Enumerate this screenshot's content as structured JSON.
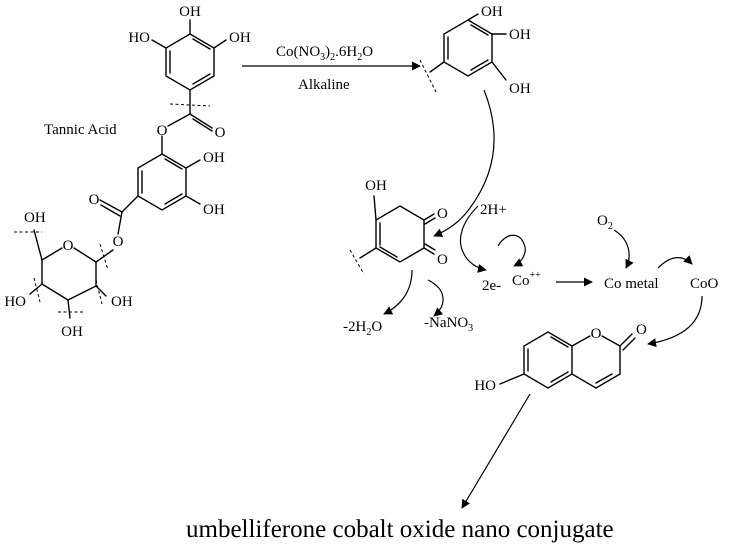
{
  "molecules": {
    "tannic_acid": {
      "name": "Tannic Acid",
      "groups": {
        "galloyl_top_oh_top": "OH",
        "galloyl_top_oh_left": "HO",
        "galloyl_top_oh_right": "OH",
        "mid_ester_o": "O",
        "mid_ester_carbonyl_o": "O",
        "mid_ring_oh_upper": "OH",
        "mid_ring_oh_lower": "OH",
        "glucose_ester_o": "O",
        "glucose_carbonyl_o": "O",
        "glucose_ring_o": "O",
        "glucose_ch2oh": "OH",
        "glucose_oh_left": "HO",
        "glucose_oh_right": "OH",
        "glucose_oh_bottom": "OH"
      }
    },
    "gallol_fragment": {
      "groups": {
        "oh_top": "OH",
        "oh_mid": "OH",
        "oh_bottom": "OH"
      }
    },
    "quinone": {
      "groups": {
        "oh": "OH",
        "o_upper": "O",
        "o_lower": "O"
      }
    },
    "umbelliferone": {
      "groups": {
        "hydroxy": "HO",
        "ring_o": "O",
        "carbonyl_o": "O"
      }
    }
  },
  "reaction": {
    "reagent_top": "Co(NO3)2.6H2O",
    "reagent_bottom": "Alkaline"
  },
  "species": {
    "protons": "2H+",
    "electrons": "2e-",
    "cobalt_ion": "Co++",
    "oxygen": "O2",
    "cobalt_metal": "Co metal",
    "cobalt_oxide": "CoO",
    "water_loss": "-2H2O",
    "nitrate_loss": "-NaNO3"
  },
  "caption": "umbelliferone cobalt oxide nano conjugate"
}
